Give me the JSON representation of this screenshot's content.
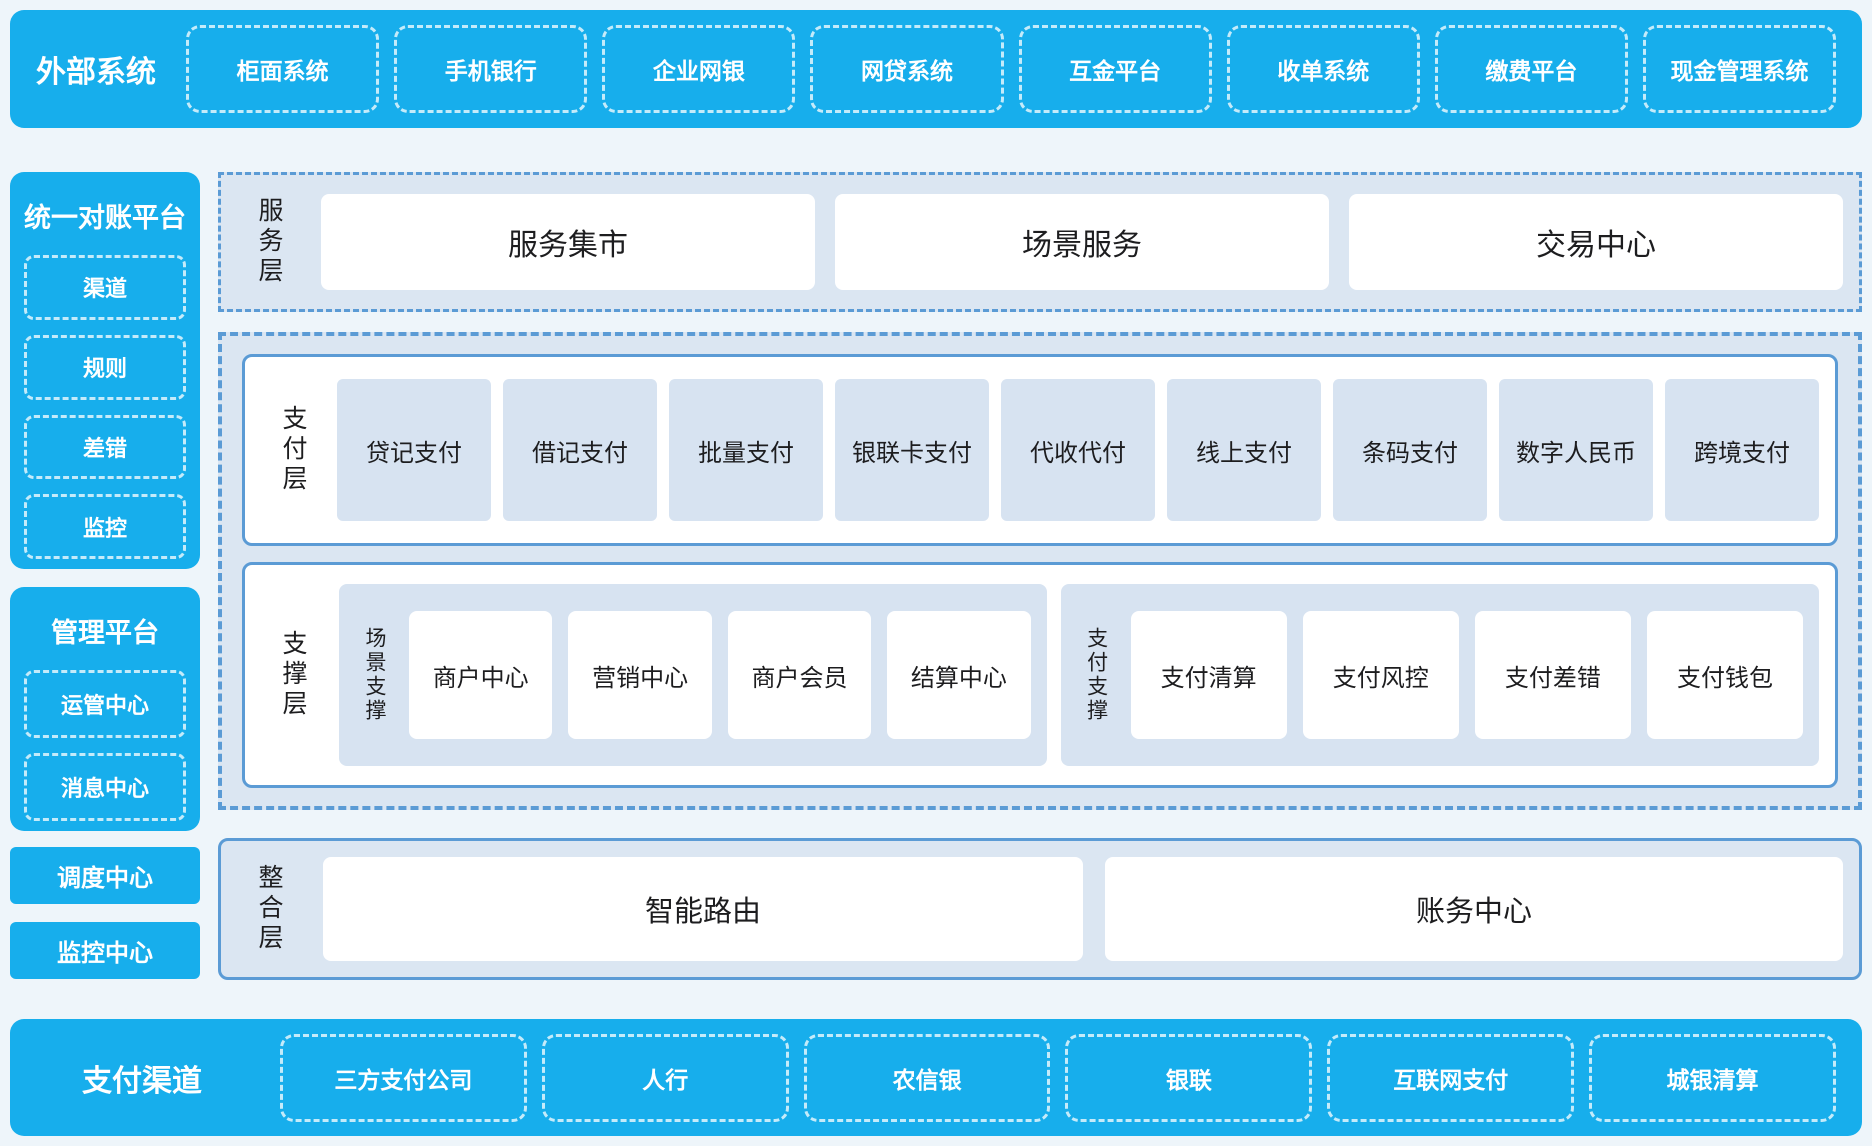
{
  "colors": {
    "brand_blue": "#17AEEC",
    "border_blue": "#5B9BD5",
    "panel_light_blue": "#DBE6F2",
    "tile_light_blue": "#D7E3F1",
    "box_white": "#FFFFFF",
    "text_dark": "#1D1D1F",
    "text_white": "#FFFFFF"
  },
  "top_bar": {
    "title": "外部系统",
    "items": [
      "柜面系统",
      "手机银行",
      "企业网银",
      "网贷系统",
      "互金平台",
      "收单系统",
      "缴费平台",
      "现金管理系统"
    ]
  },
  "sidebar": {
    "recon_platform": {
      "title": "统一对账平台",
      "items": [
        "渠道",
        "规则",
        "差错",
        "监控"
      ]
    },
    "mgmt_platform": {
      "title": "管理平台",
      "items": [
        "运管中心",
        "消息中心"
      ]
    },
    "standalone": [
      "调度中心",
      "监控中心"
    ]
  },
  "layers": {
    "service": {
      "label": "服务层",
      "boxes": [
        "服务集市",
        "场景服务",
        "交易中心"
      ]
    },
    "payment": {
      "label": "支付层",
      "tiles": [
        "贷记支付",
        "借记支付",
        "批量支付",
        "银联卡支付",
        "代收代付",
        "线上支付",
        "条码支付",
        "数字人民币",
        "跨境支付"
      ]
    },
    "support": {
      "label": "支撑层",
      "groups": [
        {
          "label": "场景支撑",
          "tiles": [
            "商户中心",
            "营销中心",
            "商户会员",
            "结算中心"
          ]
        },
        {
          "label": "支付支撑",
          "tiles": [
            "支付清算",
            "支付风控",
            "支付差错",
            "支付钱包"
          ]
        }
      ]
    },
    "integration": {
      "label": "整合层",
      "boxes": [
        "智能路由",
        "账务中心"
      ]
    }
  },
  "bottom_bar": {
    "title": "支付渠道",
    "items": [
      "三方支付公司",
      "人行",
      "农信银",
      "银联",
      "互联网支付",
      "城银清算"
    ]
  }
}
